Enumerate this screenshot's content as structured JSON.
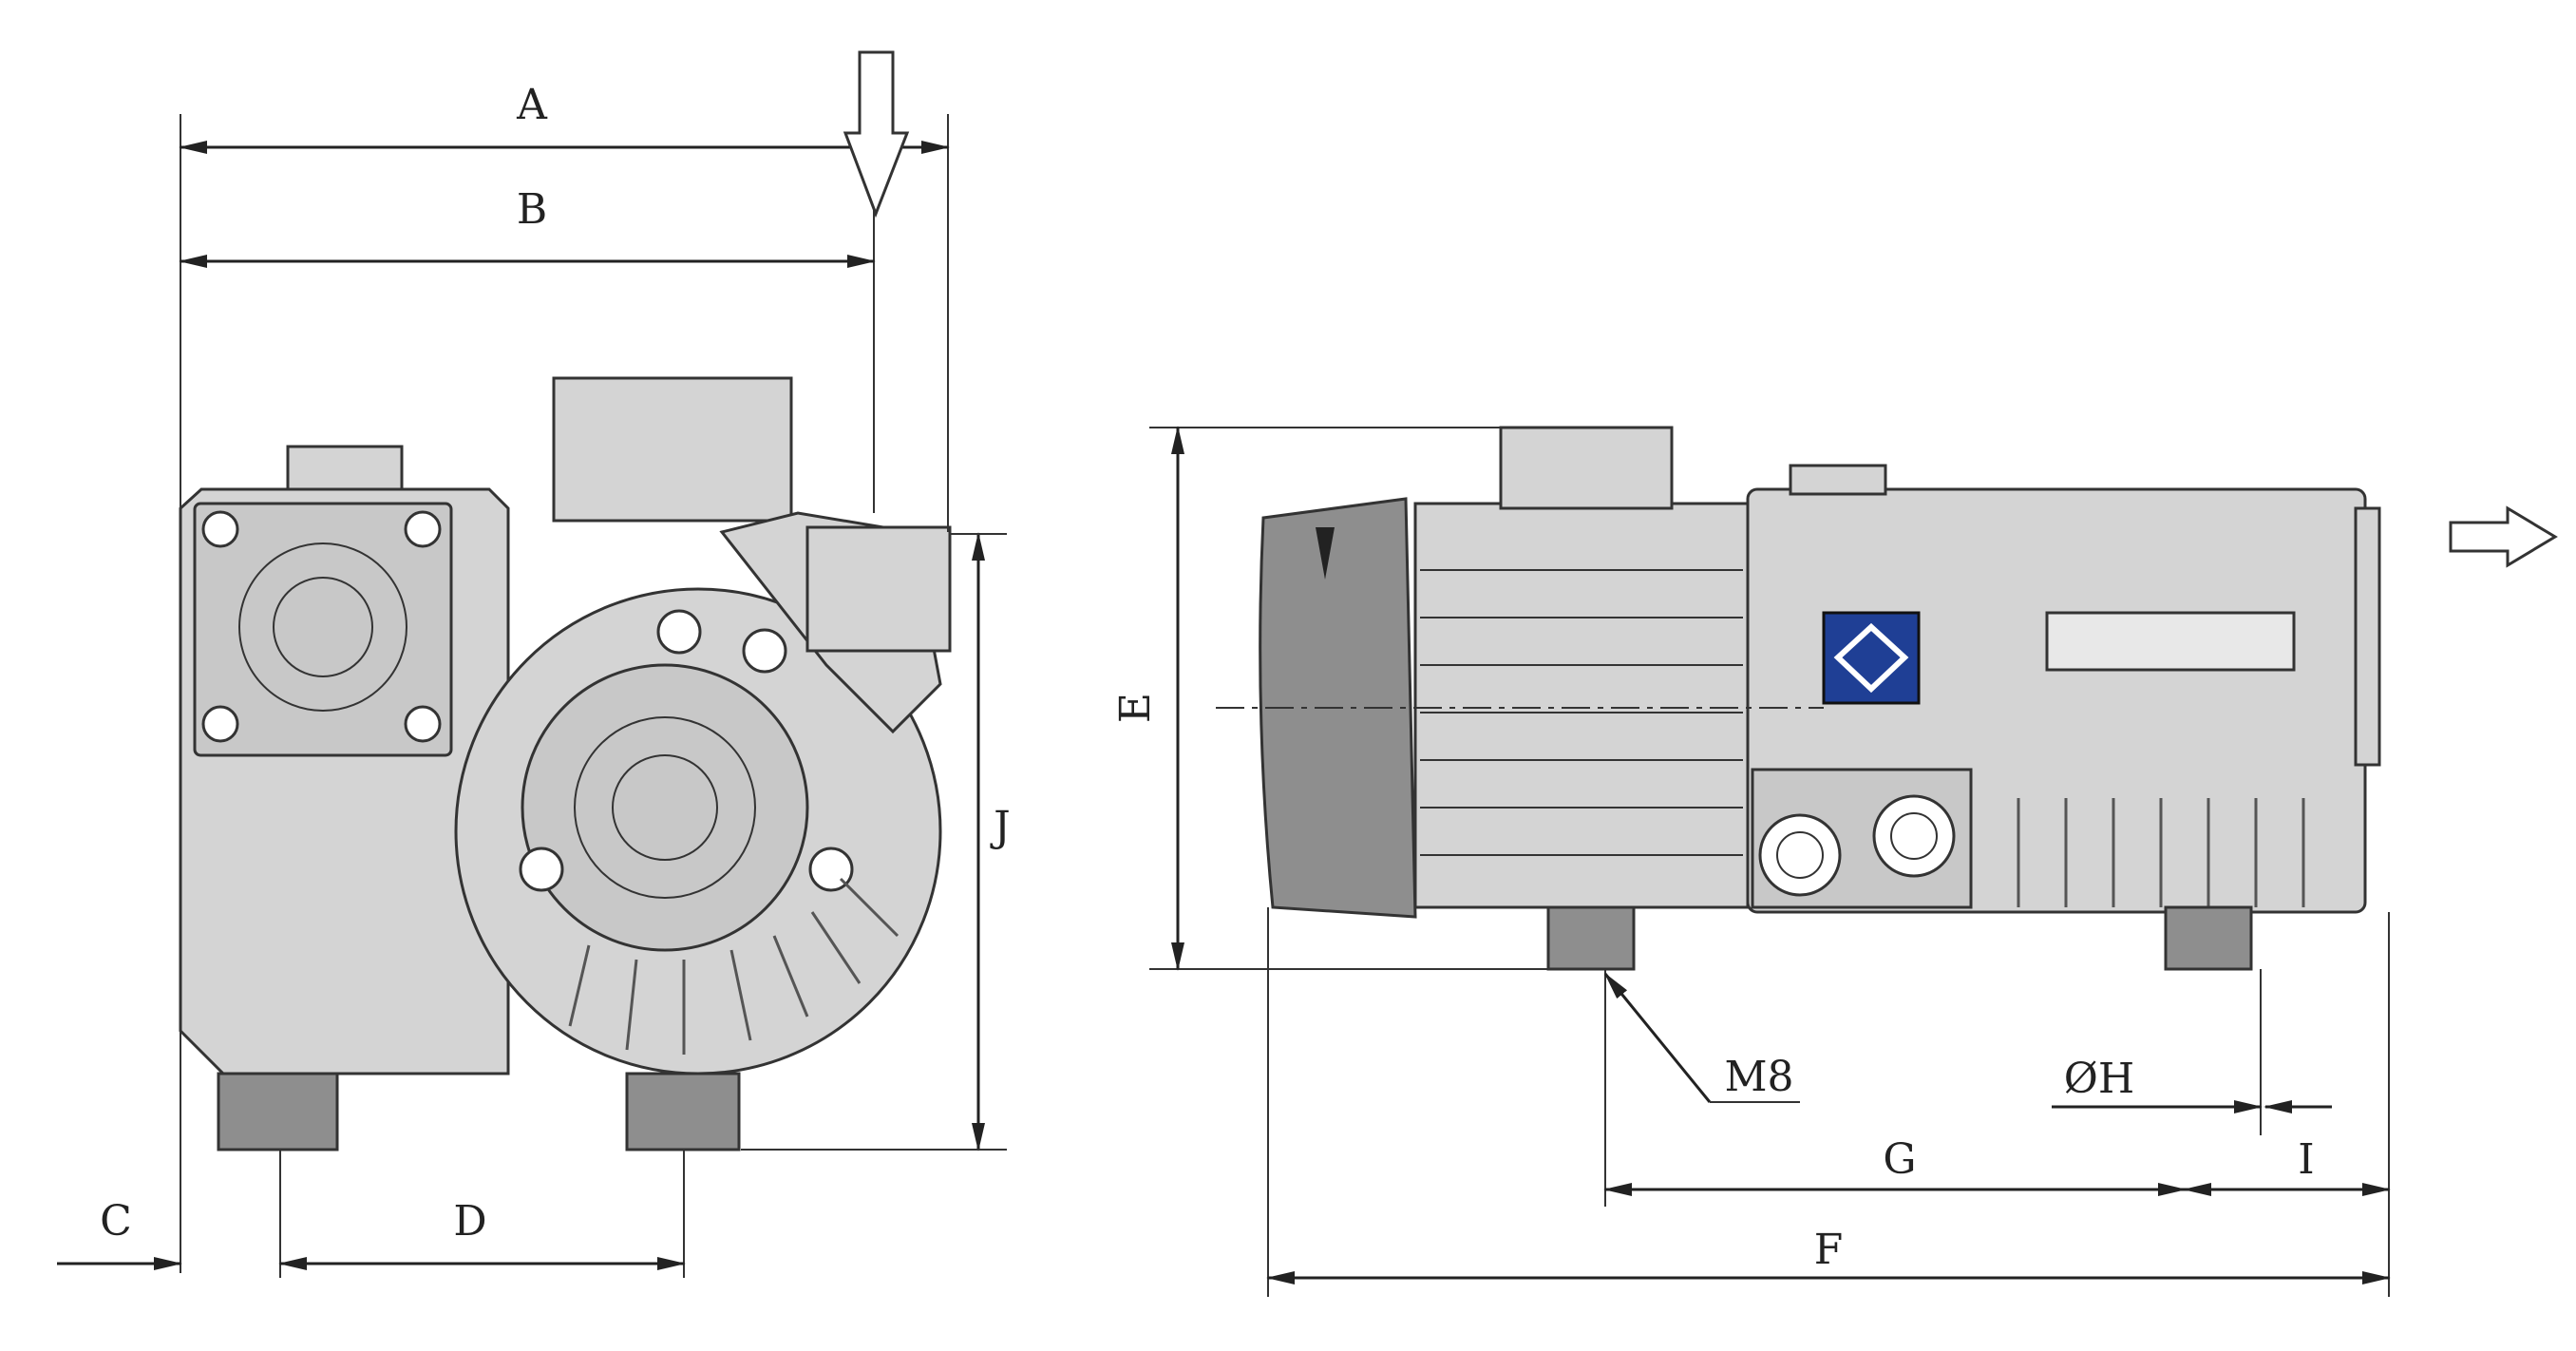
{
  "dimension_labels": {
    "A": "A",
    "B": "B",
    "C": "C",
    "D": "D",
    "E": "E",
    "F": "F",
    "G": "G",
    "H": "ØH",
    "I": "I",
    "J": "J"
  },
  "thread_label": "M8",
  "colors": {
    "line": "#222222",
    "housing": "#d4d4d4",
    "foot": "#8e8e8e",
    "logo_blue": "#1f3f95"
  }
}
